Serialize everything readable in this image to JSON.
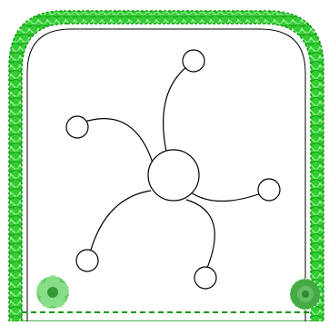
{
  "frame": {
    "style": "rounded-green-leafy-border",
    "border_color": "#33cc33",
    "border_dark": "#119911",
    "border_light": "#88ee88",
    "inner_line_color": "#000000",
    "rosette_left_color": "#66cc66",
    "rosette_right_color": "#44aa44"
  },
  "figure": {
    "description_ref": "hub-with-five-curved-spokes-ending-in-circles",
    "stroke_color": "#000000",
    "fill_color": "#ffffff",
    "spoke_count": 5
  }
}
